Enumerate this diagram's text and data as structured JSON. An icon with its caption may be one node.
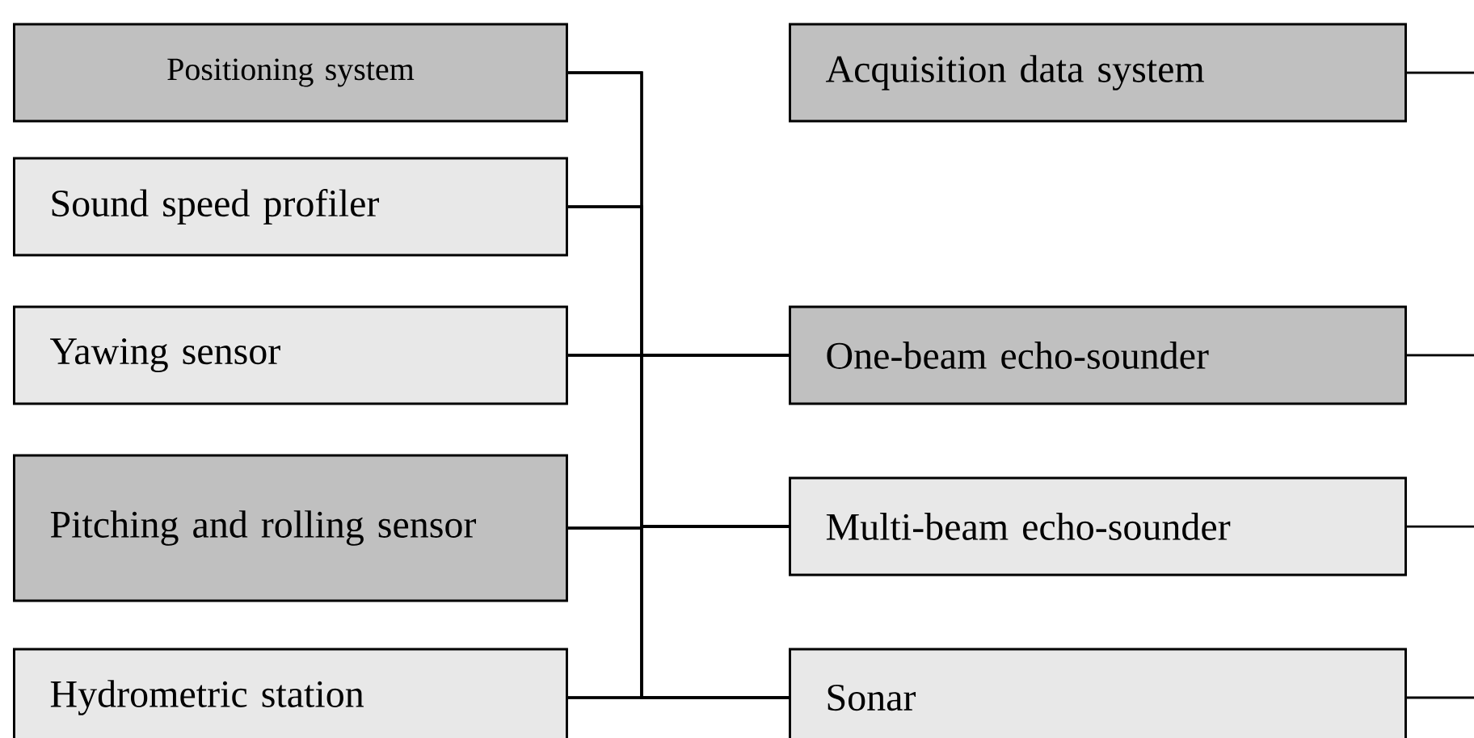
{
  "diagram": {
    "nodes": [
      {
        "text": [
          "Positioning system"
        ]
      },
      {
        "text": [
          "Sound speed profiler"
        ]
      },
      {
        "text": [
          "Yawing sensor"
        ]
      },
      {
        "text": [
          "Pitching and rolling sensor"
        ]
      },
      {
        "text": [
          "Hydrometric station"
        ]
      },
      {
        "text": [
          "Acquisition data system"
        ]
      },
      {
        "text": [
          "One-beam echo-sounder"
        ]
      },
      {
        "text": [
          "Multi-beam echo-sounder"
        ]
      },
      {
        "text": [
          "Sonar"
        ]
      }
    ],
    "edges": [
      {
        "from": 0,
        "to": 6,
        "arrow": "none"
      },
      {
        "from": 0,
        "to": 7,
        "arrow": "none"
      },
      {
        "from": 0,
        "to": 8,
        "arrow": "none"
      },
      {
        "from": 1,
        "to": 6,
        "arrow": "none"
      },
      {
        "from": 1,
        "to": 7,
        "arrow": "none"
      },
      {
        "from": 1,
        "to": 8,
        "arrow": "none"
      },
      {
        "from": 2,
        "to": 6,
        "arrow": "none"
      },
      {
        "from": 2,
        "to": 7,
        "arrow": "none"
      },
      {
        "from": 2,
        "to": 8,
        "arrow": "none"
      },
      {
        "from": 3,
        "to": 6,
        "arrow": "none"
      },
      {
        "from": 3,
        "to": 7,
        "arrow": "none"
      },
      {
        "from": 3,
        "to": 8,
        "arrow": "none"
      },
      {
        "from": 4,
        "to": 6,
        "arrow": "none"
      },
      {
        "from": 4,
        "to": 7,
        "arrow": "none"
      },
      {
        "from": 4,
        "to": 8,
        "arrow": "none"
      },
      {
        "from": 5,
        "to": null,
        "arrow": "none"
      },
      {
        "from": 6,
        "to": null,
        "arrow": "none"
      },
      {
        "from": 7,
        "to": null,
        "arrow": "none"
      },
      {
        "from": 8,
        "to": null,
        "arrow": "none"
      }
    ]
  }
}
